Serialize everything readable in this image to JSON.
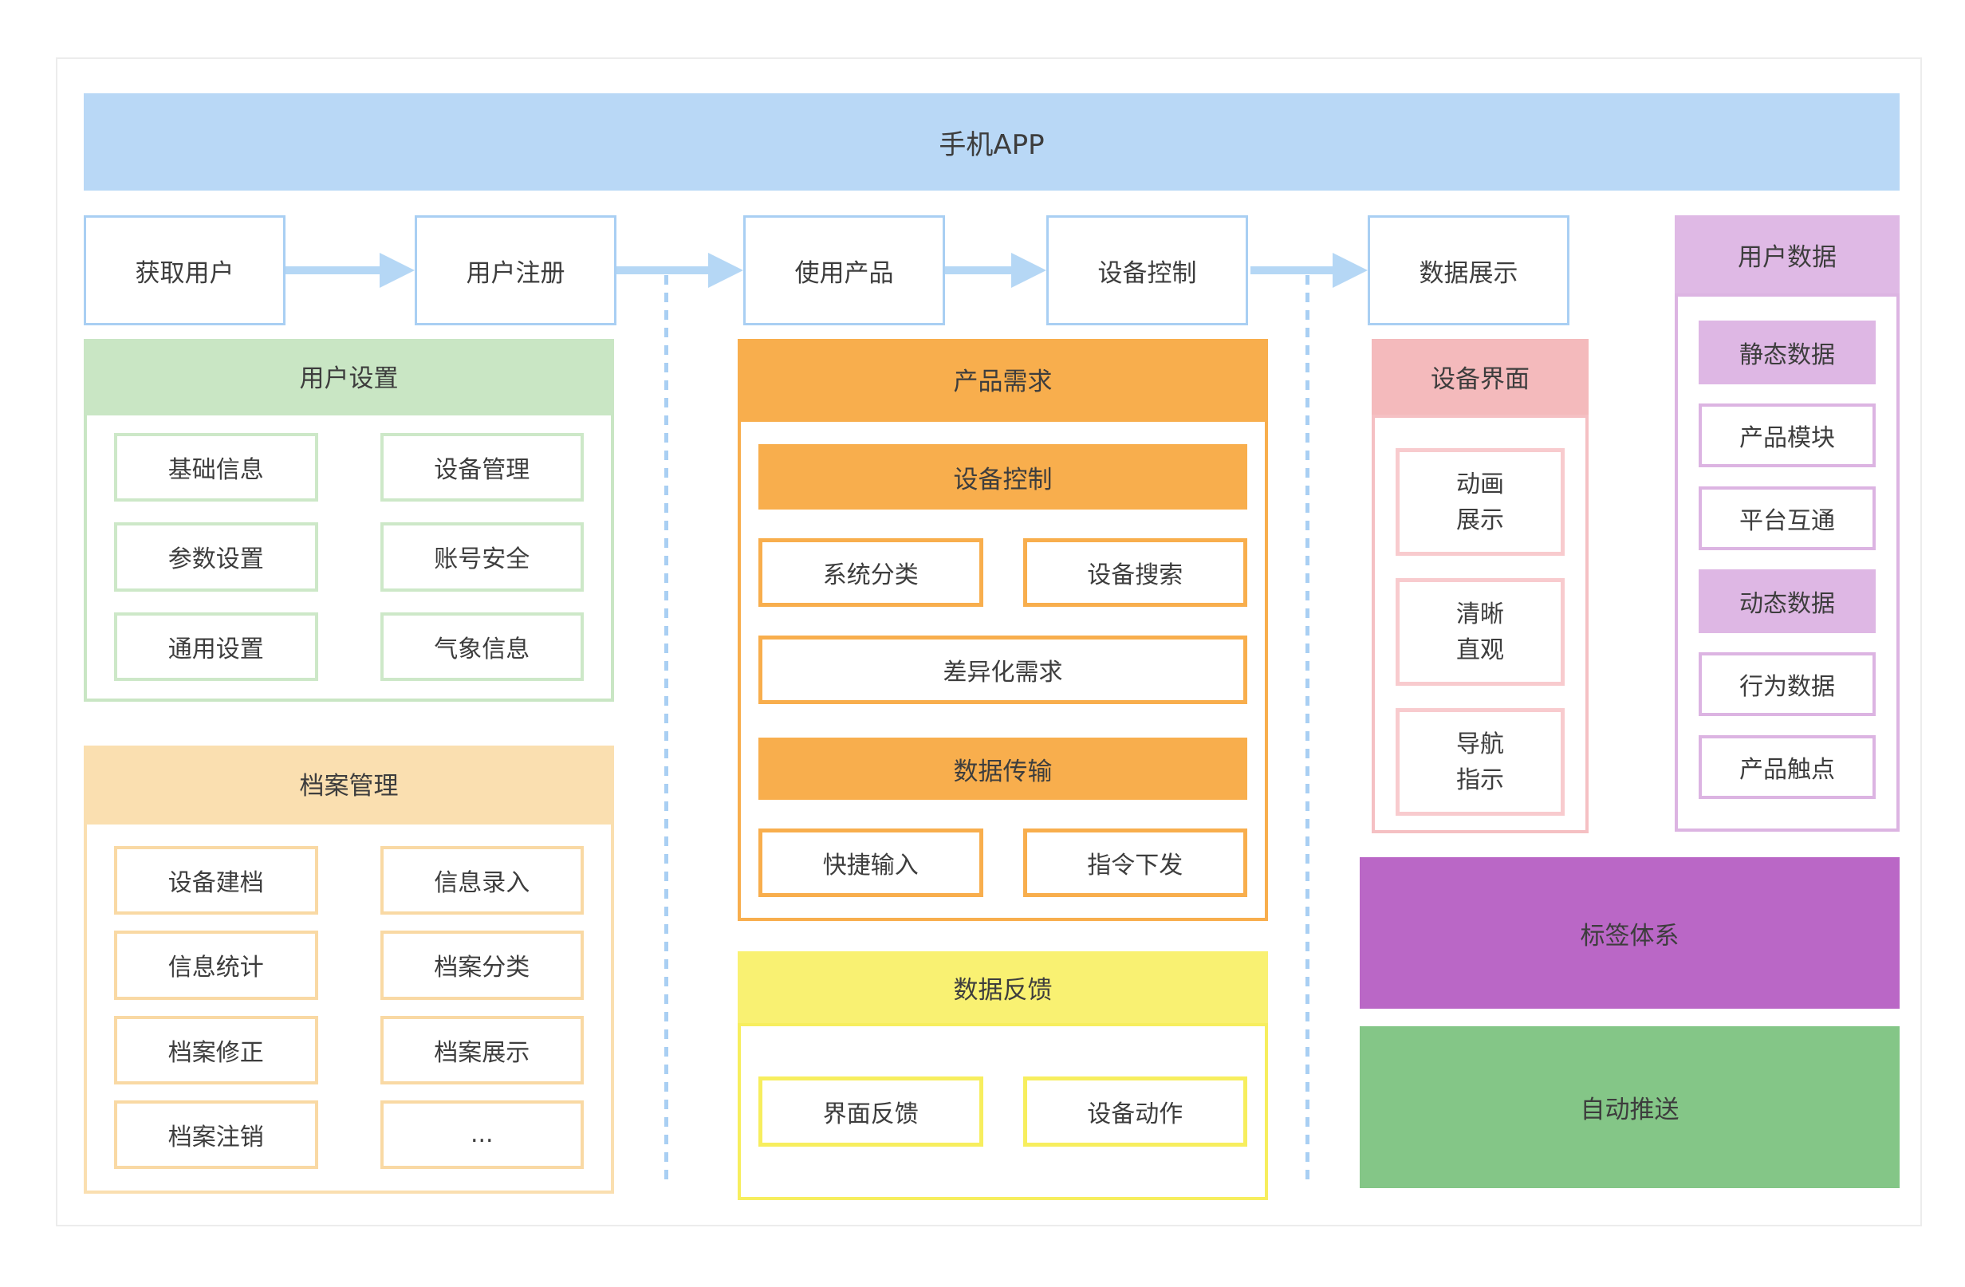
{
  "colors": {
    "banner_blue": "#b9d8f6",
    "flow_border_blue": "#a9cff3",
    "arrow_blue": "#b5d7f5",
    "green_light": "#c9e6c4",
    "peach_light": "#fadfb0",
    "orange_strong": "#f8ae4d",
    "yellow": "#f9f172",
    "pink": "#f4babc",
    "purple_light": "#dfb9e5",
    "purple_strong": "#ba67c6",
    "green_strong": "#84c687",
    "text": "#3d3d3d"
  },
  "banner": {
    "title": "手机APP"
  },
  "flow_steps": [
    "获取用户",
    "用户注册",
    "使用产品",
    "设备控制",
    "数据展示"
  ],
  "user_settings": {
    "title": "用户设置",
    "items": [
      "基础信息",
      "设备管理",
      "参数设置",
      "账号安全",
      "通用设置",
      "气象信息"
    ]
  },
  "archive": {
    "title": "档案管理",
    "items": [
      "设备建档",
      "信息录入",
      "信息统计",
      "档案分类",
      "档案修正",
      "档案展示",
      "档案注销",
      "..."
    ]
  },
  "product_req": {
    "title": "产品需求",
    "sub1": "设备控制",
    "row1": [
      "系统分类",
      "设备搜索"
    ],
    "wide": "差异化需求",
    "sub2": "数据传输",
    "row2": [
      "快捷输入",
      "指令下发"
    ]
  },
  "feedback": {
    "title": "数据反馈",
    "items": [
      "界面反馈",
      "设备动作"
    ]
  },
  "device_ui": {
    "title": "设备界面",
    "items": [
      "动画展示",
      "清晰直观",
      "导航指示"
    ]
  },
  "user_data": {
    "title": "用户数据",
    "items": [
      "静态数据",
      "产品模块",
      "平台互通",
      "动态数据",
      "行为数据",
      "产品触点"
    ]
  },
  "label_system": {
    "title": "标签体系"
  },
  "auto_push": {
    "title": "自动推送"
  }
}
